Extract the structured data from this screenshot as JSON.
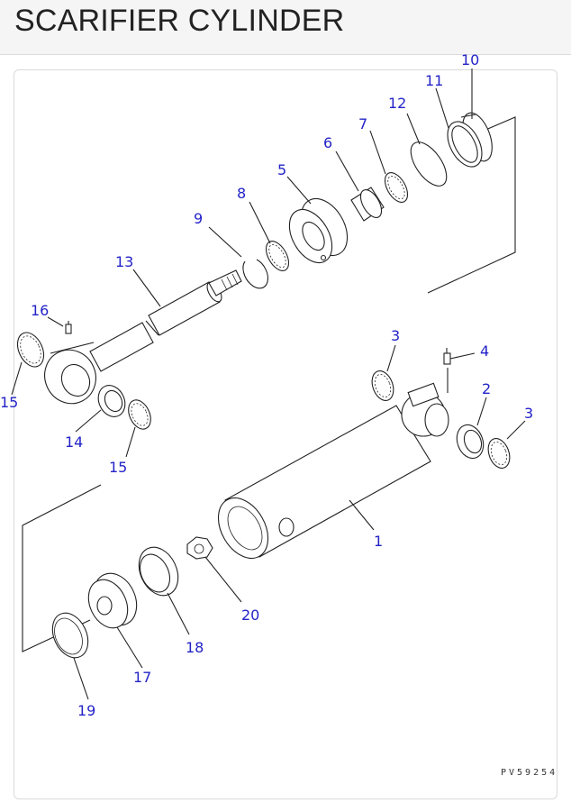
{
  "header": {
    "title": "SCARIFIER CYLINDER"
  },
  "diagram": {
    "drawing_code": "PV59254",
    "callouts": {
      "c1": "1",
      "c2": "2",
      "c3a": "3",
      "c3b": "3",
      "c4": "4",
      "c5": "5",
      "c6": "6",
      "c7": "7",
      "c8": "8",
      "c9": "9",
      "c10": "10",
      "c11": "11",
      "c12": "12",
      "c13": "13",
      "c14": "14",
      "c15a": "15",
      "c15b": "15",
      "c16": "16",
      "c17": "17",
      "c18": "18",
      "c19": "19",
      "c20": "20"
    }
  }
}
